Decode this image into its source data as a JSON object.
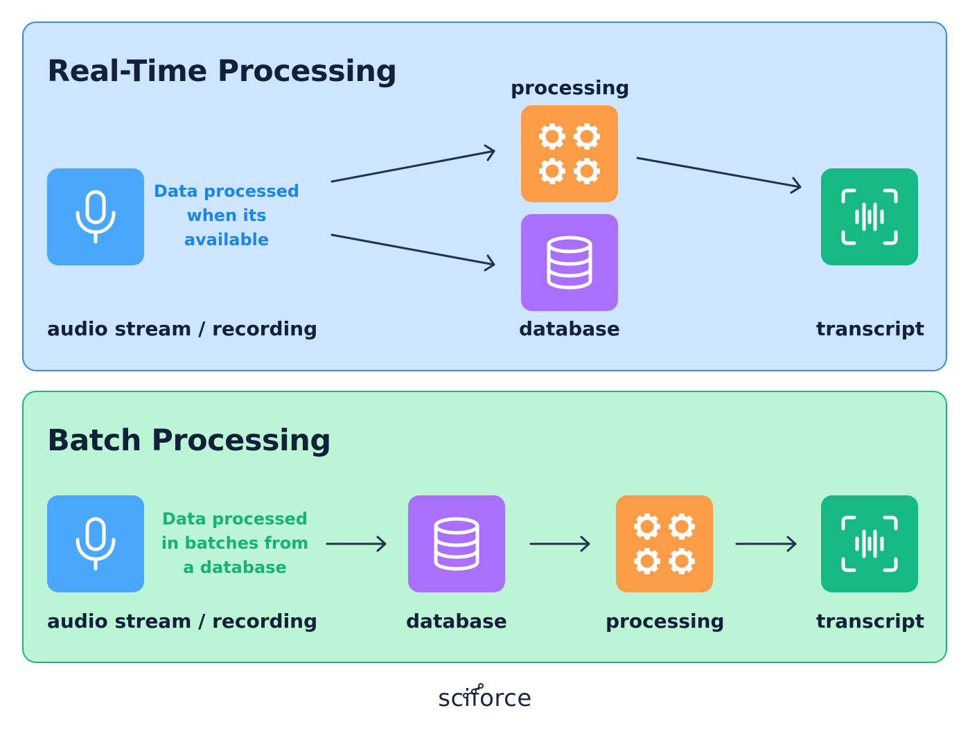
{
  "realtime": {
    "title": "Real-Time Processing",
    "note_lines": [
      "Data processed",
      "when its",
      "available"
    ],
    "note_color": "#1a86e8",
    "labels": {
      "source": "audio stream / recording",
      "processing": "processing",
      "database": "database",
      "transcript": "transcript"
    }
  },
  "batch": {
    "title": "Batch Processing",
    "note_lines": [
      "Data processed",
      "in batches from",
      "a database"
    ],
    "note_color": "#19b07a",
    "labels": {
      "source": "audio stream / recording",
      "database": "database",
      "processing": "processing",
      "transcript": "transcript"
    }
  },
  "icons": {
    "source": "microphone-icon",
    "processing": "gears-icon",
    "database": "database-icon",
    "transcript": "voice-scan-icon"
  },
  "colors": {
    "microphone_tile": "#4aa7fc",
    "processing_tile": "#fc9c47",
    "database_tile": "#a970fd",
    "transcript_tile": "#16b883",
    "arrow": "#23304a"
  },
  "footer": {
    "logo_text": "sciforce"
  }
}
